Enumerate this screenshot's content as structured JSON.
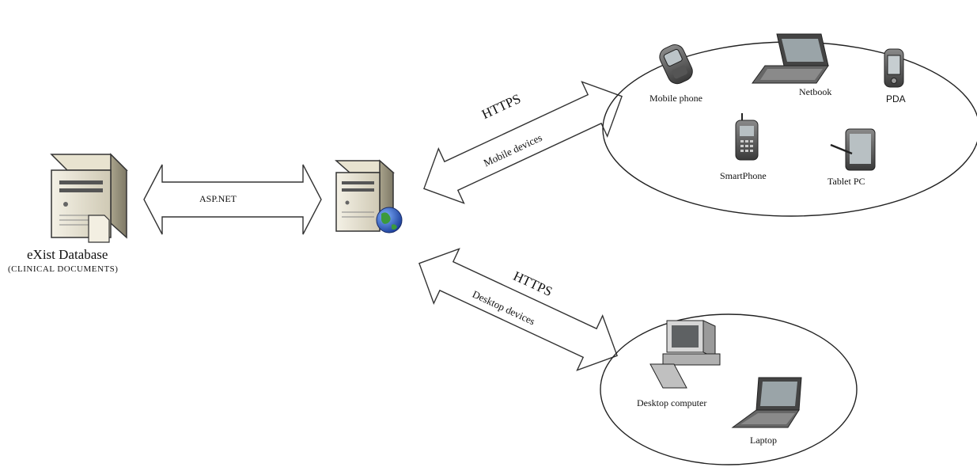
{
  "database": {
    "title": "eXist Database",
    "subtitle": "(CLINICAL DOCUMENTS)"
  },
  "links": {
    "db_to_server": "ASP.NET",
    "mobile_protocol": "HTTPS",
    "mobile_group": "Mobile devices",
    "desktop_protocol": "HTTPS",
    "desktop_group": "Desktop devices"
  },
  "mobile_cluster": {
    "devices": {
      "mobile_phone": "Mobile phone",
      "netbook": "Netbook",
      "pda": "PDA",
      "smartphone": "SmartPhone",
      "tablet": "Tablet PC"
    }
  },
  "desktop_cluster": {
    "devices": {
      "desktop": "Desktop computer",
      "laptop": "Laptop"
    }
  }
}
